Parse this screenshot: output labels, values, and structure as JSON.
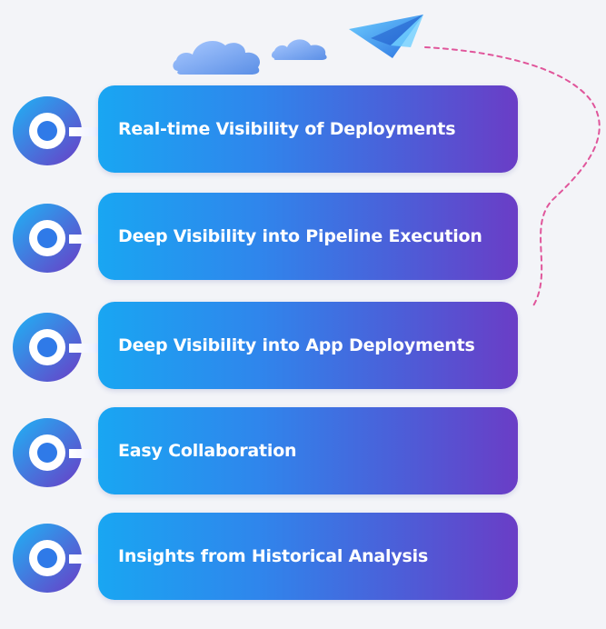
{
  "items": [
    {
      "label": "Real-time Visibility of Deployments"
    },
    {
      "label": "Deep Visibility into Pipeline Execution"
    },
    {
      "label": "Deep Visibility into App Deployments"
    },
    {
      "label": "Easy Collaboration"
    },
    {
      "label": "Insights from Historical Analysis"
    }
  ],
  "colors": {
    "background": "#f3f4f8",
    "card_gradient_start": "#19a6f2",
    "card_gradient_end": "#6a3dc6",
    "dashed_path": "#e0569b",
    "cloud": "#7aa8f0",
    "plane": "#2f86ec"
  },
  "icons": [
    "cloud-icon",
    "cloud-icon",
    "paper-plane-icon",
    "ring-marker-icon"
  ]
}
